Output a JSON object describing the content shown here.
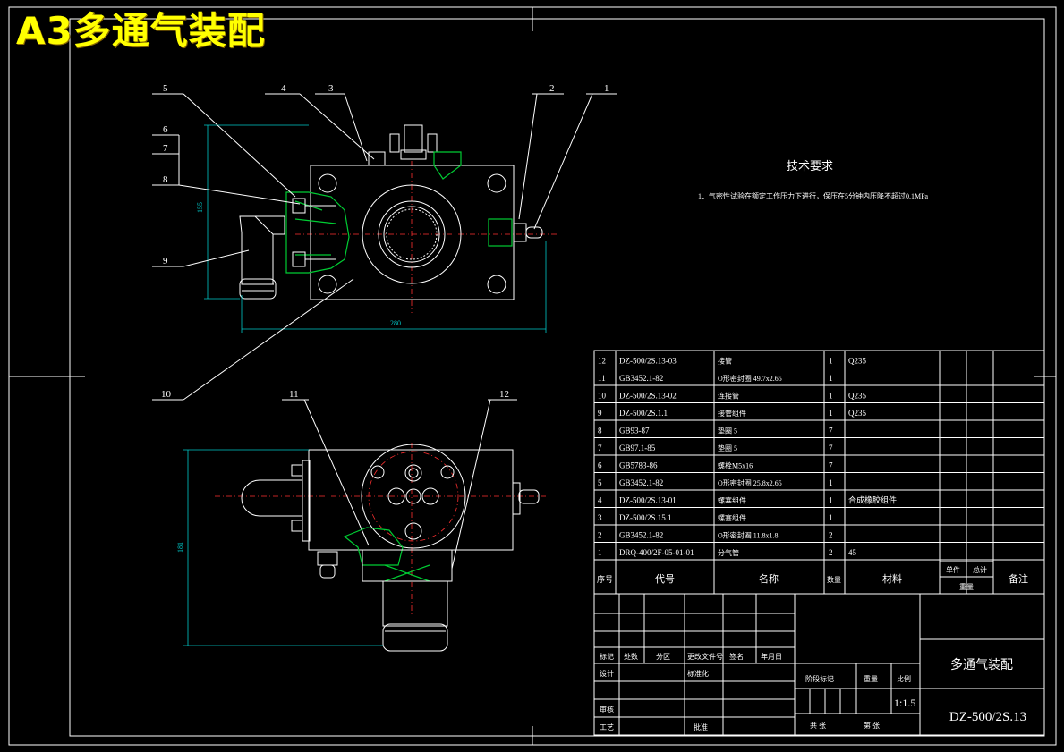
{
  "sheet_title": "A3多通气装配",
  "balloons": [
    "1",
    "2",
    "3",
    "4",
    "5",
    "6",
    "7",
    "8",
    "9",
    "10",
    "11",
    "12"
  ],
  "dimensions": {
    "height_front": "155",
    "width_front": "280",
    "height_top": "181"
  },
  "tech_requirements": {
    "title": "技术要求",
    "line": "1．气密性试验在额定工作压力下进行，保压在5分钟内压降不超过0.1MPa"
  },
  "bom": {
    "header": {
      "no": "序号",
      "code": "代号",
      "name": "名称",
      "qty": "数量",
      "material": "材料",
      "unit_weight": "单件",
      "total_weight": "总计",
      "weight": "重量",
      "remark": "备注"
    },
    "rows": [
      {
        "no": "12",
        "code": "DZ-500/2S.13-03",
        "name": "接管",
        "qty": "1",
        "material": "Q235"
      },
      {
        "no": "11",
        "code": "GB3452.1-82",
        "name": "O形密封圈 49.7x2.65",
        "qty": "1",
        "material": ""
      },
      {
        "no": "10",
        "code": "DZ-500/2S.13-02",
        "name": "连接管",
        "qty": "1",
        "material": "Q235"
      },
      {
        "no": "9",
        "code": "DZ-500/2S.1.1",
        "name": "接管组件",
        "qty": "1",
        "material": "Q235"
      },
      {
        "no": "8",
        "code": "GB93-87",
        "name": "垫圈 5",
        "qty": "7",
        "material": ""
      },
      {
        "no": "7",
        "code": "GB97.1-85",
        "name": "垫圈 5",
        "qty": "7",
        "material": ""
      },
      {
        "no": "6",
        "code": "GB5783-86",
        "name": "螺栓M5x16",
        "qty": "7",
        "material": ""
      },
      {
        "no": "5",
        "code": "GB3452.1-82",
        "name": "O形密封圈 25.8x2.65",
        "qty": "1",
        "material": ""
      },
      {
        "no": "4",
        "code": "DZ-500/2S.13-01",
        "name": "螺塞组件",
        "qty": "1",
        "material": "合成橡胶组件"
      },
      {
        "no": "3",
        "code": "DZ-500/2S.15.1",
        "name": "螺塞组件",
        "qty": "1",
        "material": ""
      },
      {
        "no": "2",
        "code": "GB3452.1-82",
        "name": "O形密封圈 11.8x1.8",
        "qty": "2",
        "material": ""
      },
      {
        "no": "1",
        "code": "DRQ-400/2F-05-01-01",
        "name": "分气管",
        "qty": "2",
        "material": "45"
      }
    ]
  },
  "title_block": {
    "drawing_name": "多通气装配",
    "drawing_number": "DZ-500/2S.13",
    "scale": "1:1.5",
    "labels": {
      "mark": "标记",
      "count": "处数",
      "zone": "分区",
      "change_doc": "更改文件号",
      "signature": "签名",
      "date": "年月日",
      "design": "设计",
      "standardize": "标准化",
      "stage_mark": "阶段标记",
      "weight": "重量",
      "scale": "比例",
      "review": "审核",
      "process": "工艺",
      "approve": "批准",
      "sheets": "共 张",
      "sheet": "第 张"
    }
  },
  "colors": {
    "background": "#000000",
    "lines": "#ffffff",
    "dimension": "#00c8c8",
    "section": "#00cc33",
    "center": "#ff3030",
    "title": "#ffff00"
  }
}
